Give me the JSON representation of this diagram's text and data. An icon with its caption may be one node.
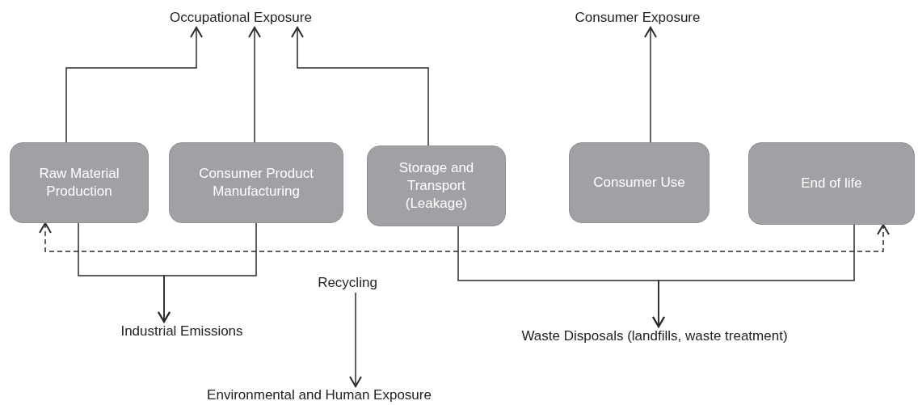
{
  "diagram": {
    "nodes": [
      {
        "text": [
          "Occupational Exposure"
        ]
      },
      {
        "text": [
          "Consumer Exposure"
        ]
      },
      {
        "text": [
          "Raw Material Production"
        ]
      },
      {
        "text": [
          "Consumer Product Manufacturing"
        ]
      },
      {
        "text": [
          "Storage and Transport (Leakage)"
        ]
      },
      {
        "text": [
          "Consumer Use"
        ]
      },
      {
        "text": [
          "End of life"
        ]
      },
      {
        "text": [
          "Industrial Emissions"
        ]
      },
      {
        "text": [
          "Recycling"
        ]
      },
      {
        "text": [
          "Environmental and Human Exposure"
        ]
      },
      {
        "text": [
          "Waste Disposals (landfills, waste treatment)"
        ]
      }
    ],
    "edges": [
      {
        "from": 2,
        "to": 0,
        "arrow": "to"
      },
      {
        "from": 3,
        "to": 0,
        "arrow": "to"
      },
      {
        "from": 4,
        "to": 0,
        "arrow": "to"
      },
      {
        "from": 5,
        "to": 1,
        "arrow": "to"
      },
      {
        "from": 2,
        "to": 7,
        "arrow": "to"
      },
      {
        "from": 3,
        "to": 7,
        "arrow": "to"
      },
      {
        "from": 4,
        "to": 10,
        "arrow": "to"
      },
      {
        "from": 6,
        "to": 10,
        "arrow": "to"
      },
      {
        "from": 2,
        "to": 6,
        "arrow": "both",
        "style": "dashed"
      },
      {
        "from": 8,
        "to": 9,
        "arrow": "to"
      }
    ]
  }
}
